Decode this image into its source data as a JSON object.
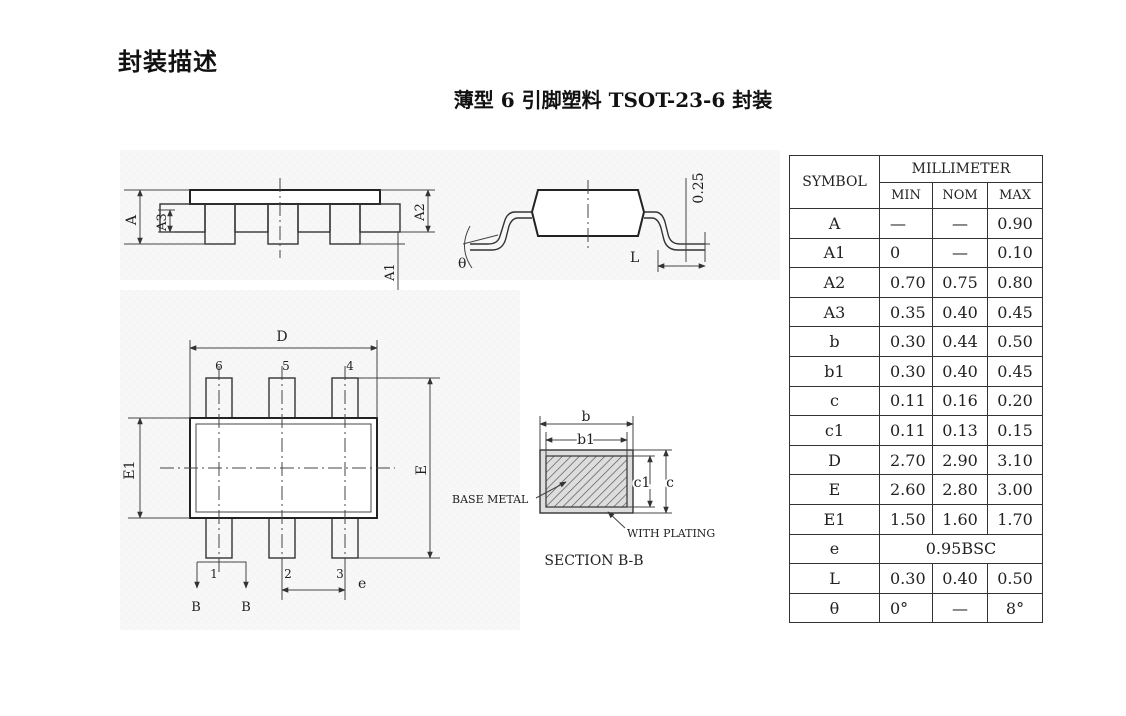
{
  "page": {
    "heading": "封装描述",
    "subtitle": "薄型 6 引脚塑料 TSOT-23-6 封装"
  },
  "drawing": {
    "side_view": {
      "labels": {
        "A": "A",
        "A3": "A3",
        "A2": "A2",
        "A1": "A1"
      }
    },
    "end_view": {
      "labels": {
        "lead_thickness": "0.25",
        "theta": "θ",
        "L": "L"
      }
    },
    "top_view": {
      "labels": {
        "D": "D",
        "E1": "E1",
        "E": "E",
        "e": "e",
        "section_left": "B",
        "section_right": "B"
      },
      "pins": [
        "1",
        "2",
        "3",
        "4",
        "5",
        "6"
      ]
    },
    "section": {
      "labels": {
        "b": "b",
        "b1": "b1",
        "c1": "c1",
        "c": "c",
        "base_metal": "BASE METAL",
        "with_plating": "WITH PLATING"
      },
      "caption": "SECTION B-B"
    }
  },
  "table": {
    "header": {
      "symbol": "SYMBOL",
      "unit": "MILLIMETER",
      "min": "MIN",
      "nom": "NOM",
      "max": "MAX"
    },
    "rows": [
      {
        "symbol": "A",
        "min": "—",
        "nom": "—",
        "max": "0.90"
      },
      {
        "symbol": "A1",
        "min": "0",
        "nom": "—",
        "max": "0.10"
      },
      {
        "symbol": "A2",
        "min": "0.70",
        "nom": "0.75",
        "max": "0.80"
      },
      {
        "symbol": "A3",
        "min": "0.35",
        "nom": "0.40",
        "max": "0.45"
      },
      {
        "symbol": "b",
        "min": "0.30",
        "nom": "0.44",
        "max": "0.50"
      },
      {
        "symbol": "b1",
        "min": "0.30",
        "nom": "0.40",
        "max": "0.45"
      },
      {
        "symbol": "c",
        "min": "0.11",
        "nom": "0.16",
        "max": "0.20"
      },
      {
        "symbol": "c1",
        "min": "0.11",
        "nom": "0.13",
        "max": "0.15"
      },
      {
        "symbol": "D",
        "min": "2.70",
        "nom": "2.90",
        "max": "3.10"
      },
      {
        "symbol": "E",
        "min": "2.60",
        "nom": "2.80",
        "max": "3.00"
      },
      {
        "symbol": "E1",
        "min": "1.50",
        "nom": "1.60",
        "max": "1.70"
      },
      {
        "symbol": "e",
        "span": "0.95BSC"
      },
      {
        "symbol": "L",
        "min": "0.30",
        "nom": "0.40",
        "max": "0.50"
      },
      {
        "symbol": "θ",
        "min": "0°",
        "nom": "—",
        "max": "8°"
      }
    ]
  }
}
